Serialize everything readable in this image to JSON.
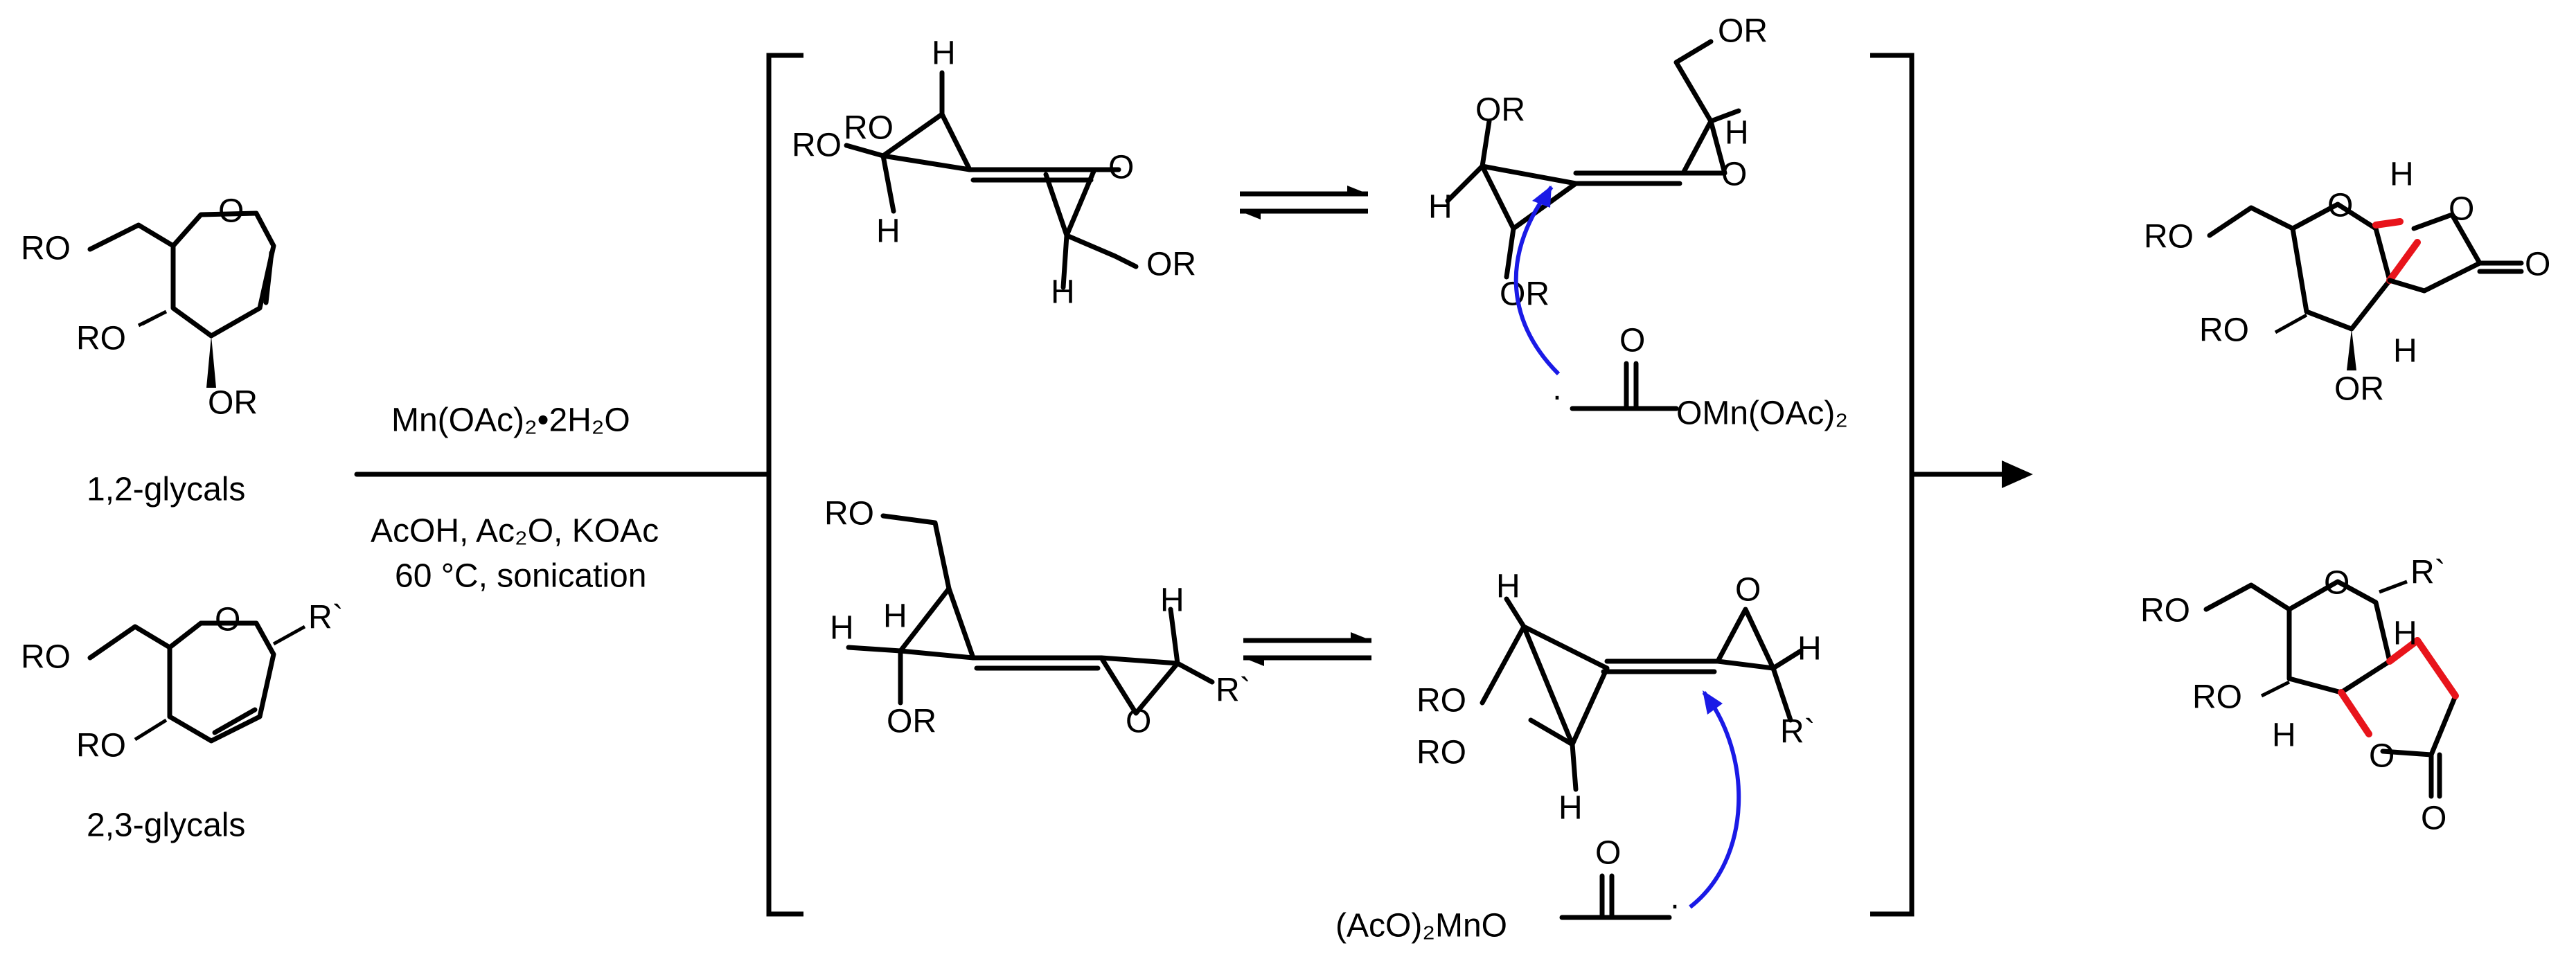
{
  "labels": {
    "ro": "RO",
    "or": "OR",
    "o": "O",
    "h": "H",
    "r_prime": "R`",
    "radical_dot": "·"
  },
  "starting_materials": {
    "glycal_12_caption": "1,2-glycals",
    "glycal_23_caption": "2,3-glycals"
  },
  "conditions": {
    "reagent_above": "Mn(OAc)₂•2H₂O",
    "line1_below": "AcOH, Ac₂O, KOAc",
    "line2_below": "60 °C, sonication"
  },
  "intermediates": {
    "radical_top": "OMn(OAc)₂",
    "radical_bottom": "(AcO)₂MnO"
  },
  "colors": {
    "new_bond": "#e8141b",
    "electron_arrow": "#1a1ae6",
    "ink": "#000000"
  }
}
